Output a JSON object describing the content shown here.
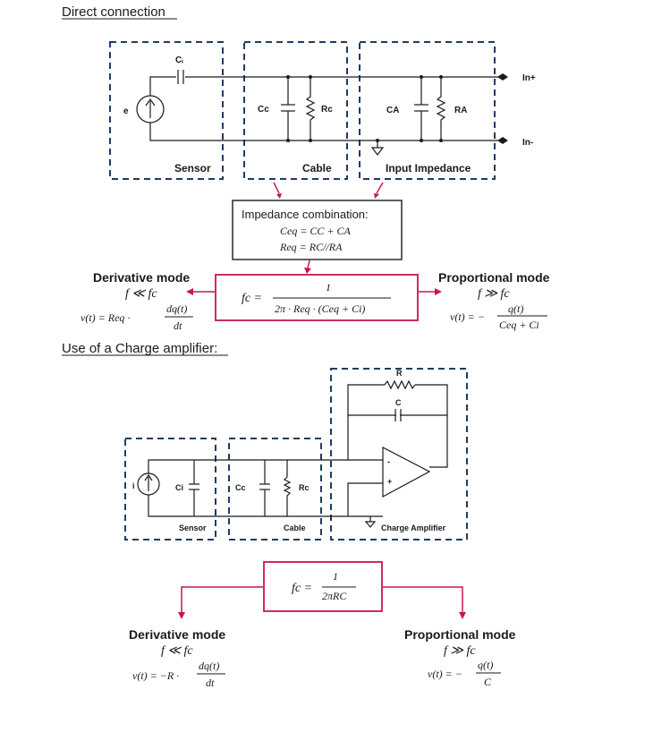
{
  "sections": {
    "direct_title": "Direct connection",
    "charge_title": "Use of a Charge amplifier:"
  },
  "direct": {
    "labels": {
      "ci": "Cᵢ",
      "e": "e",
      "sensor": "Sensor",
      "cc": "Cc",
      "rc": "Rc",
      "cable": "Cable",
      "ca": "CA",
      "ra": "RA",
      "input_impedance": "Input Impedance",
      "in_plus": "In+",
      "in_minus": "In-"
    },
    "impedance_box": {
      "title": "Impedance combination:",
      "ceq": "Ceq = CC + CA",
      "req": "Req = RC//RA"
    },
    "cutoff": {
      "lhs": "fc =",
      "num": "1",
      "den": "2π · Req · (Ceq + Ci)"
    },
    "derivative": {
      "title": "Derivative mode",
      "cond": "f ≪ fc",
      "lhs": "v(t) = Req ·",
      "num": "dq(t)",
      "den": "dt"
    },
    "proportional": {
      "title": "Proportional mode",
      "cond": "f ≫ fc",
      "lhs": "v(t) = −",
      "num": "q(t)",
      "den": "Ceq + Ci"
    }
  },
  "charge": {
    "labels": {
      "i": "i",
      "ci": "Ci",
      "sensor": "Sensor",
      "cc": "Cc",
      "rc": "Rc",
      "cable": "Cable",
      "r": "R",
      "c": "C",
      "minus": "-",
      "plus": "+",
      "charge_amplifier": "Charge Amplifier"
    },
    "cutoff": {
      "lhs": "fc =",
      "num": "1",
      "den": "2πRC"
    },
    "derivative": {
      "title": "Derivative mode",
      "cond": "f ≪ fc",
      "lhs": "v(t) = −R ·",
      "num": "dq(t)",
      "den": "dt"
    },
    "proportional": {
      "title": "Proportional mode",
      "cond": "f ≫ fc",
      "lhs": "v(t) = −",
      "num": "q(t)",
      "den": "C"
    }
  }
}
